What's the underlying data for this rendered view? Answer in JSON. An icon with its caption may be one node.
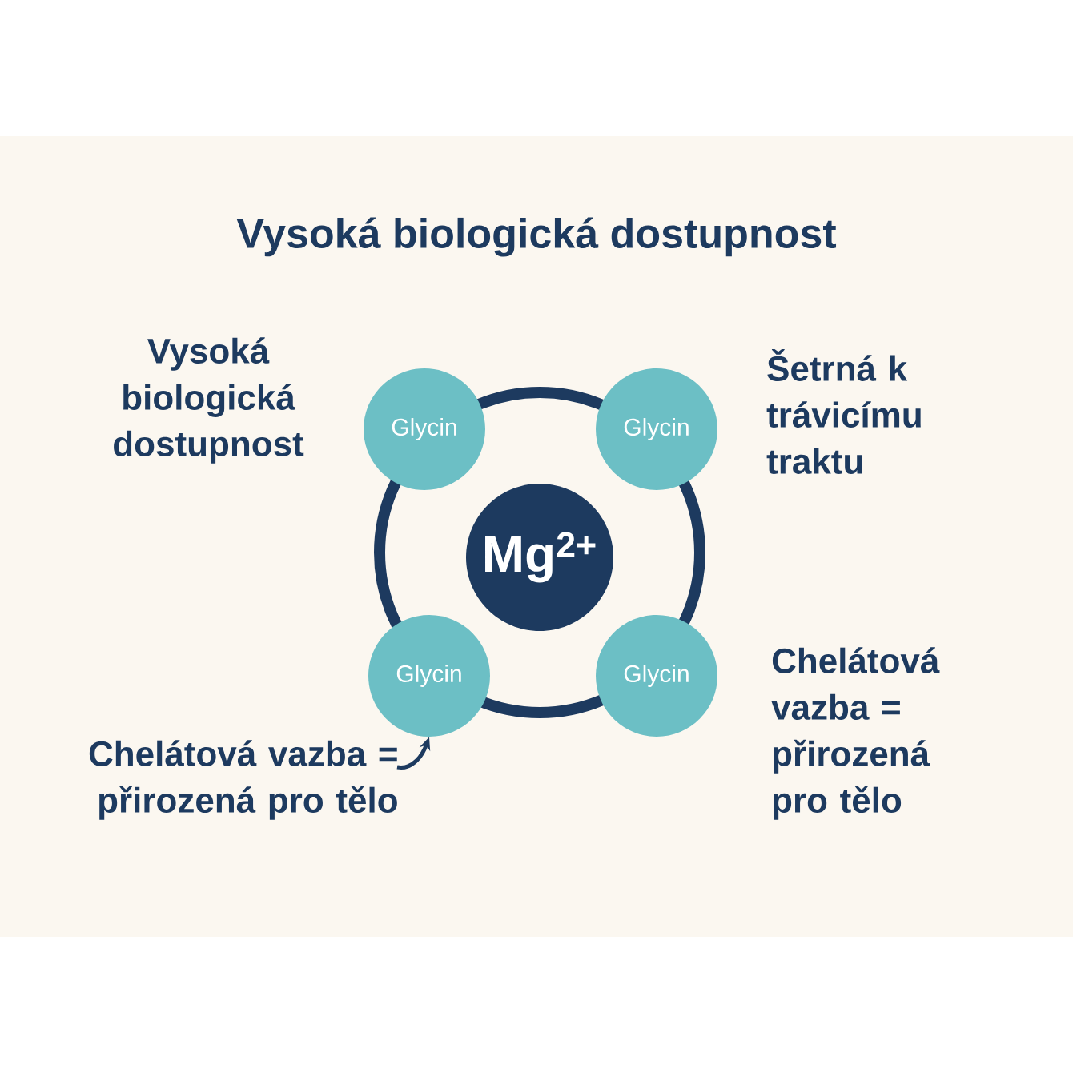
{
  "diagram": {
    "title": "Vysoká biologická dostupnost",
    "nodes": [
      {
        "text": [
          "Glycin"
        ]
      },
      {
        "text": [
          "Glycin"
        ]
      },
      {
        "text": [
          "Mg$^{2+}$"
        ]
      },
      {
        "text": [
          "Glycin"
        ]
      },
      {
        "text": [
          "Glycin"
        ]
      },
      {
        "text": [
          "Chelátová vazba = přirozená pro tělo"
        ]
      }
    ],
    "edges": [
      {
        "from": 5,
        "to": 3,
        "arrow": "to"
      }
    ],
    "labels": [
      "Vysoká biologická dostupnost",
      "Šetrná k trávicímu traktu",
      "Chelátová vazba = přirozená pro tělo"
    ]
  }
}
